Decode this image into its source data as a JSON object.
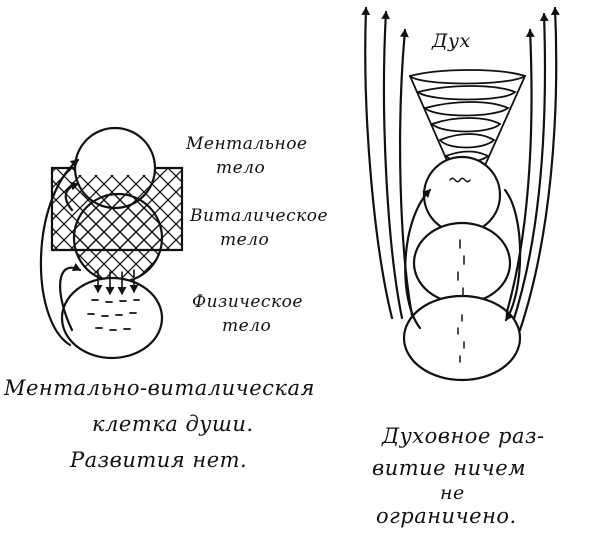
{
  "left_diagram": {
    "mental_label": "Ментальное тело",
    "vital_label": "Виталическое тело",
    "physical_label": "Физическое тело",
    "caption_line1": "Ментально-виталическая",
    "caption_line2": "клетка души.",
    "caption_line3": "Развития нет."
  },
  "right_diagram": {
    "spirit_label": "Дух",
    "caption_line1": "Духовное раз-",
    "caption_line2": "витие ничем",
    "caption_line3": "не",
    "caption_line4": "ограничено."
  },
  "colors": {
    "ink": "#111111",
    "paper": "#ffffff"
  }
}
